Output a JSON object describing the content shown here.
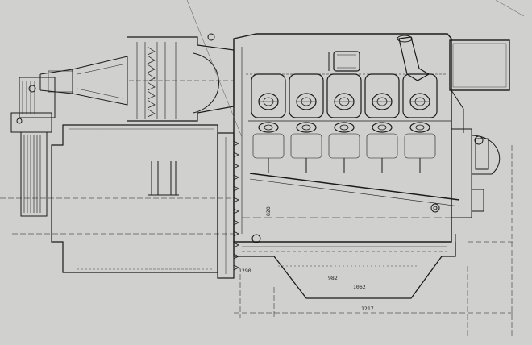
{
  "dimensions": {
    "left_dim": "1290",
    "bottom_dim": "1217",
    "inner_left": "982",
    "inner_right": "1062",
    "side_dim": "820"
  },
  "cylinders": 5,
  "colors": {
    "paper": "#d9d9d6",
    "ink": "#1a1a1a",
    "ink_light": "#555555"
  }
}
